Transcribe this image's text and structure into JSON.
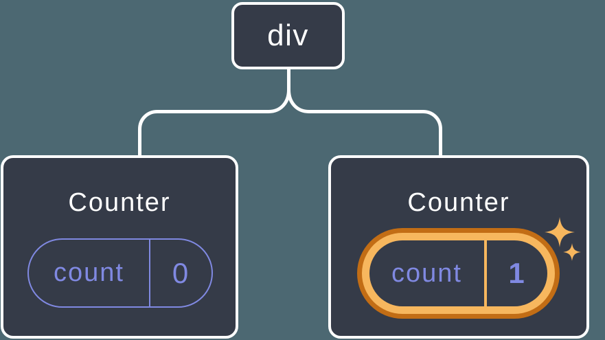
{
  "colors": {
    "canvas_bg": "#4C6872",
    "node_bg": "#353B48",
    "node_border": "#FFFFFF",
    "edge": "#FFFFFF",
    "purple": "#8089E2",
    "orange_dark": "#C26D15",
    "orange_light": "#F7B75E"
  },
  "tree": {
    "root": {
      "label": "div"
    },
    "children": [
      {
        "title": "Counter",
        "state": {
          "key": "count",
          "value": "0"
        },
        "highlighted": false
      },
      {
        "title": "Counter",
        "state": {
          "key": "count",
          "value": "1"
        },
        "highlighted": true,
        "badge": "sparkles-icon"
      }
    ]
  }
}
